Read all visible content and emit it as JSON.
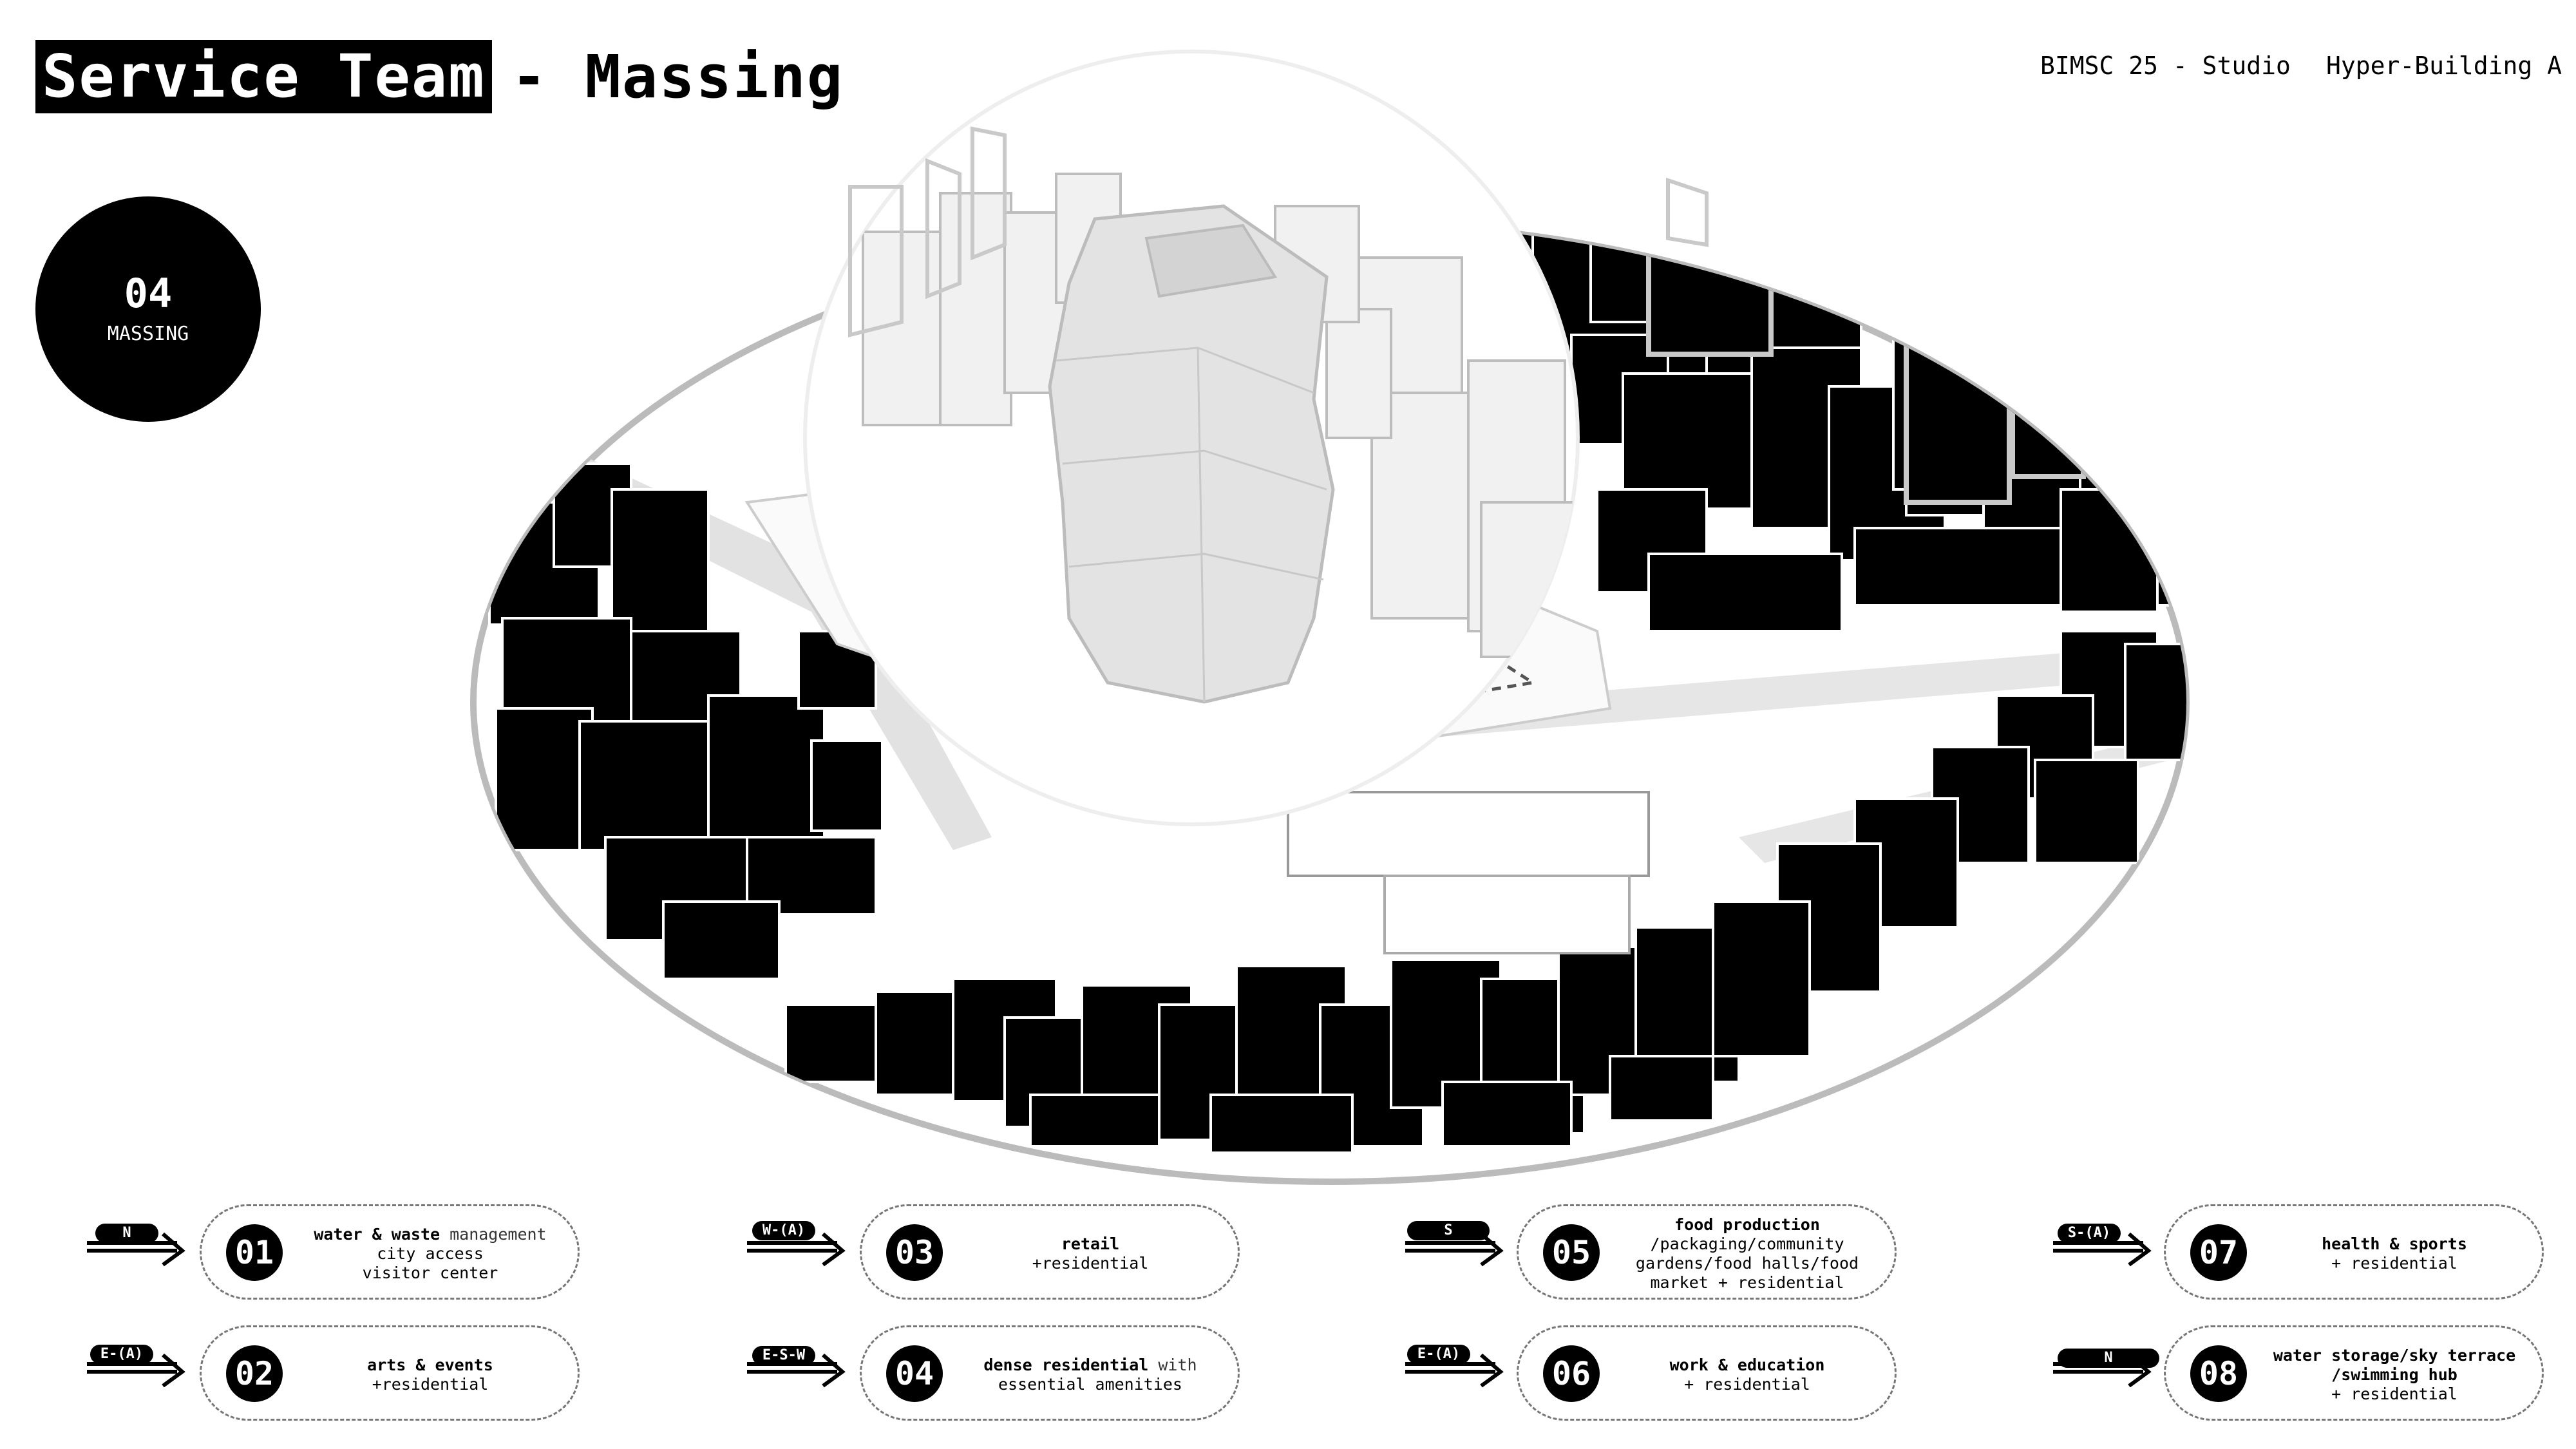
{
  "header": {
    "title_highlight": "Service Team",
    "title_rest": "- Massing",
    "course": "BIMSC 25 - Studio",
    "project": "Hyper-Building A"
  },
  "badge": {
    "number": "04",
    "label": "MASSING"
  },
  "legend": [
    {
      "num": "01",
      "dir": "N",
      "bold": "water & waste",
      "after": " management",
      "lines": [
        "city access",
        "visitor center"
      ]
    },
    {
      "num": "02",
      "dir": "E-(A)",
      "bold": "arts & events",
      "after": "",
      "lines": [
        "+residential"
      ]
    },
    {
      "num": "03",
      "dir": "W-(A)",
      "bold": "retail",
      "after": "",
      "lines": [
        "+residential"
      ]
    },
    {
      "num": "04",
      "dir": "E-S-W",
      "bold": "dense residential",
      "after": " with",
      "lines": [
        "essential amenities"
      ]
    },
    {
      "num": "05",
      "dir": "S",
      "bold": "food production",
      "after": "",
      "lines": [
        "/packaging/community",
        "gardens/food halls/food",
        "market + residential"
      ]
    },
    {
      "num": "06",
      "dir": "E-(A)",
      "bold": "work & education",
      "after": "",
      "lines": [
        "+ residential"
      ]
    },
    {
      "num": "07",
      "dir": "S-(A)",
      "bold": "health & sports",
      "after": "",
      "lines": [
        "+ residential"
      ]
    },
    {
      "num": "08",
      "dir": "N",
      "bold": "water storage/sky terrace /swimming hub",
      "after": "",
      "lines": [
        "+ residential"
      ]
    }
  ],
  "colors": {
    "ink": "#000000",
    "ghost": "#e6e6e6",
    "ground": "#ffffff",
    "outline": "#bbbbbb"
  }
}
